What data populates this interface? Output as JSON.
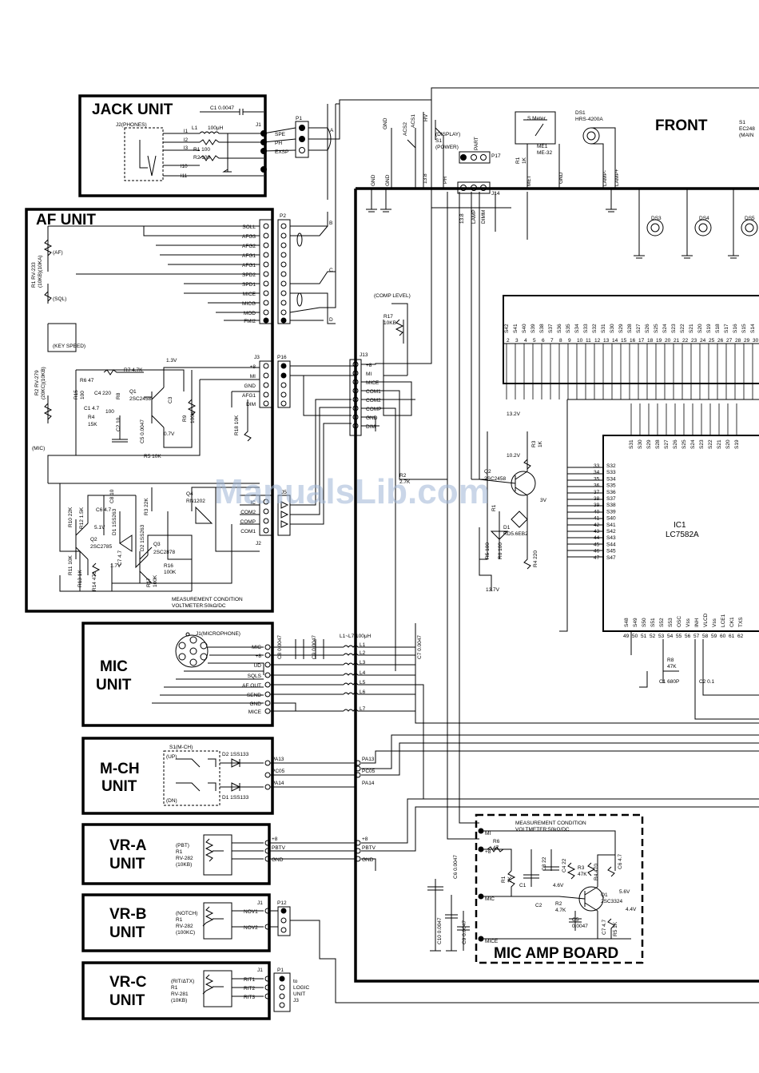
{
  "watermark": "ManualsLib.com",
  "units": {
    "jack": "JACK UNIT",
    "af": "AF UNIT",
    "mic": [
      "MIC",
      "UNIT"
    ],
    "mch": [
      "M-CH",
      "UNIT"
    ],
    "vra": [
      "VR-A",
      "UNIT"
    ],
    "vrb": [
      "VR-B",
      "UNIT"
    ],
    "vrc": [
      "VR-C",
      "UNIT"
    ],
    "front": "FRONT",
    "mic_amp": "MIC AMP BOARD"
  },
  "jack": {
    "c1": "C1 0.0047",
    "j2": "J2(PHONES)",
    "l1": "L1",
    "l1v": "100μH",
    "r1": "R1  100",
    "r2": "R2  100",
    "pins_left": [
      "l1",
      "l2",
      "l3",
      "l10",
      "l11"
    ],
    "j1": "J1",
    "j1_pins": [
      "SPE",
      "PH",
      "EXSP"
    ],
    "p1": "P1",
    "a": "A"
  },
  "af": {
    "connector_pins": [
      "SOLL",
      "AFG3",
      "AFG2",
      "AFG1",
      "AFG1",
      "SPD2",
      "SPD1",
      "MICE",
      "MICG",
      "MOD",
      "FMI2"
    ],
    "p2": "P2",
    "p16": "P16",
    "j3": "J3",
    "j3_pins": [
      "+8",
      "MI",
      "GND",
      "AFG1",
      "DIM"
    ],
    "r1": "R1 RV-233",
    "r1v": "(10KB)(10KA)",
    "af": "(AF)",
    "sql": "(SQL)",
    "r2": "R2 RV-279",
    "r2v": "(20KC)(10KB)",
    "keyspeed": "(KEY SPEED)",
    "mic": "(MIC)",
    "q1": "Q1",
    "q1p": "2SC2458",
    "q2": "Q2",
    "q2p": "2SC2785",
    "q3": "Q3",
    "q3p": "2SC2878",
    "q4": "Q4",
    "q4p": "RN1202",
    "v13": "1.3V",
    "v07": "0.7V",
    "v51": "5.1V",
    "v17": "1.7V",
    "r7": "R7 4.7K",
    "r6": "R6 47",
    "r5": "R5 10K",
    "r4": "R4",
    "r4v": "15K",
    "r8": "R8",
    "r9": "R9",
    "r9v": "100K",
    "r15": "R15",
    "r15v": "100",
    "r18": "R18 10K",
    "r10": "R10 22K",
    "r12": "R12 1.5K",
    "r3": "R3 22K",
    "r11": "R11 10K",
    "r13": "R13 1K",
    "r14": "R14 470",
    "r16": "R16",
    "r16v": "100K",
    "r17": "R17",
    "r17v": "100K",
    "c4": "C4 220",
    "c1": "C1 4.7",
    "c2": "C2 10",
    "c3": "C3",
    "c5": "C5 0.0047",
    "c6": "C6 4.7",
    "c7": "C7 4.7",
    "c8": "C8 10",
    "c100": "100",
    "d1": "D1 1SS263",
    "d2": "D2 1SS263",
    "j2": "J2",
    "j5": "J5",
    "j2_pins": [
      "IC",
      "COM2",
      "COMP",
      "COM1"
    ],
    "meas": "MEASUREMENT CONDITION",
    "meas2": "VOLTMETER:50kΩ/DC",
    "b": "B",
    "c": "C",
    "d": "D"
  },
  "center": {
    "j13": "J13",
    "j13_pins": [
      "+8",
      "MI",
      "MICE",
      "COM1",
      "COM2",
      "COMP",
      "GND",
      "DIM"
    ],
    "comp_level": "(COMP LEVEL)",
    "r17": "R17",
    "r17v": "10KB",
    "v132": "13.2V",
    "v102": "10.2V",
    "v137": "13.7V",
    "v3": "3V",
    "q2": "Q2",
    "q2p": "2SC2458",
    "r2": "R2",
    "r2v": "2.7K",
    "r1": "R1",
    "r3": "R3",
    "r3v": "1K",
    "r4": "R4 220",
    "r5": "R5 100",
    "r6": "R6 100",
    "d1": "D1",
    "d1p": "RD5.6EB2"
  },
  "top": {
    "gnd": "GND",
    "acs2": "ACS2",
    "acs1": "ACS1",
    "hv": "HV",
    "display": "(DISPLAY)",
    "s1": "S1",
    "power": "(POWER)",
    "part": "PART",
    "p17": "P17",
    "j14": "J14",
    "v138": "13.8",
    "ph": "PH",
    "lamp": "LAMP",
    "dimm": "DIMM",
    "smeter": "S Meter",
    "me1": "ME1",
    "me1p": "ME-32",
    "ds1": "DS1",
    "ds1p": "HRS-4200A",
    "met": "MET",
    "lamp_m": "LAMP-",
    "lamp_p": "LAMP+",
    "s1r": "S1",
    "ec": "EC248",
    "main": "(MAIN",
    "r1": "R1",
    "r1v": "1K",
    "ds3": "DS3",
    "ds4": "DS4",
    "ds5": "DS5"
  },
  "ic": {
    "name": "IC1",
    "part": "LC7582A",
    "top_pins": [
      "S42",
      "S41",
      "S40",
      "S39",
      "S38",
      "S37",
      "S36",
      "S35",
      "S34",
      "S33",
      "S32",
      "S31",
      "S30",
      "S29",
      "S28",
      "S27",
      "S26",
      "S25",
      "S24",
      "S23",
      "S22",
      "S21",
      "S20",
      "S19",
      "S18",
      "S17",
      "S16",
      "S15",
      "S14"
    ],
    "inner_top": [
      "S31",
      "S30",
      "S29",
      "S28",
      "S27",
      "S26",
      "S25",
      "S24",
      "S23",
      "S22",
      "S21",
      "S20",
      "S19"
    ],
    "left_nums": [
      "33",
      "34",
      "35",
      "36",
      "37",
      "38",
      "39",
      "40",
      "41",
      "42",
      "43",
      "44",
      "45",
      "46",
      "47"
    ],
    "left_names": [
      "S32",
      "S33",
      "S34",
      "S35",
      "S36",
      "S37",
      "S38",
      "S39",
      "S40",
      "S41",
      "S42",
      "S43",
      "S44",
      "S45",
      "S47"
    ],
    "bottom_names": [
      "S48",
      "S49",
      "S50",
      "S51",
      "S52",
      "S53",
      "OSC",
      "Vss",
      "INH",
      "VLCD",
      "Vss",
      "LCE1",
      "CK1",
      "TXS"
    ],
    "bottom_nums": [
      "49",
      "50",
      "51",
      "52",
      "53",
      "54",
      "55",
      "56",
      "57",
      "58",
      "59",
      "60",
      "61",
      "62"
    ],
    "r8": "R8",
    "r8v": "47K",
    "c1": "C1 680P",
    "c2": "C2 0.1"
  },
  "mic": {
    "j1": "J1(MICROPHONE)",
    "pins": [
      "MIC",
      "+8",
      "UD",
      "SQLS",
      "AF OUT",
      "SEND",
      "GND",
      "MICE"
    ],
    "l": "L1~L7  100μH",
    "ls": [
      "L1",
      "L2",
      "L3",
      "L4",
      "L5",
      "L6",
      "L7"
    ],
    "c8": "C8 0.0047",
    "c9": "C9 0.0047",
    "c7": "C7 0.0047"
  },
  "mch": {
    "s1": "S1(M-CH)",
    "up": "(UP)",
    "dn": "(DN)",
    "d2": "D2  1SS133",
    "d1": "D1  1SS133",
    "pins": [
      "PA13",
      "PC05",
      "PA14"
    ]
  },
  "vra": {
    "label": "(PBT)",
    "r": "R1",
    "rp": "RV-282",
    "rv": "(10KB)",
    "pins": [
      "+8",
      "PBTV",
      "GND"
    ]
  },
  "vrb": {
    "label": "(NOTCH)",
    "r": "R1",
    "rp": "RV-282",
    "rv": "(100KC)",
    "j1": "J1",
    "p12": "P12",
    "pins": [
      "NOV1",
      "NOV2"
    ]
  },
  "vrc": {
    "label": "(RIT/ΔTX)",
    "r": "R1",
    "rp": "RV-281",
    "rv": "(10KB)",
    "j1": "J1",
    "p1": "P1",
    "pins": [
      "RIT1",
      "RIT2",
      "RIT3"
    ],
    "logic": [
      "to",
      "LOGIC",
      "UNIT",
      "J3"
    ]
  },
  "micamp": {
    "meas": "MEASUREMENT CONDITION",
    "meas2": "VOLTMETER:50kΩ/DC",
    "pins": [
      "MI",
      "+8",
      "MIC",
      "MICE"
    ],
    "r6": "R6",
    "r6v": "47",
    "r1": "R1",
    "r1v": "1K",
    "r2": "R2",
    "r2v": "4.7K",
    "r3": "R3",
    "r3v": "47K",
    "r4": "R4 470",
    "r5": "R5 1K",
    "c1": "C1",
    "c2": "C2",
    "c3": "C3 22",
    "c4": "C4 22",
    "c5": "C5",
    "c5v": "0.0047",
    "c6": "C6 4.7",
    "c7": "C7 4.7",
    "q1": "Q1",
    "q1p": "2SC3324",
    "v46": "4.6V",
    "v56": "5.6V",
    "v44": "4.4V",
    "c6o": "C6 0.0047",
    "c10": "C10 0.0047",
    "c9": "C9 0.0047"
  }
}
